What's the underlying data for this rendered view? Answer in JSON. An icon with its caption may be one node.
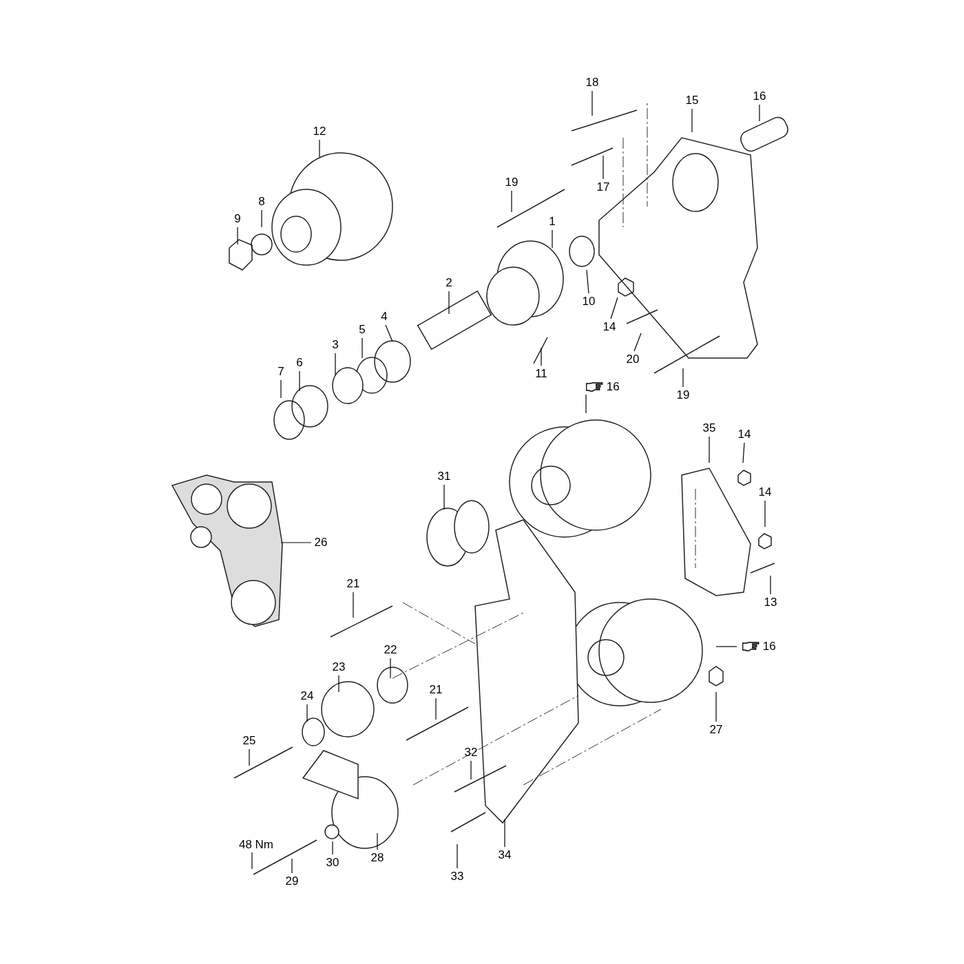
{
  "diagram": {
    "nodes": [
      {
        "text": [
          "18"
        ]
      },
      {
        "text": [
          "16"
        ]
      },
      {
        "text": [
          "15"
        ]
      },
      {
        "text": [
          "12"
        ]
      },
      {
        "text": [
          "19"
        ]
      },
      {
        "text": [
          "17"
        ]
      },
      {
        "text": [
          "8"
        ]
      },
      {
        "text": [
          "9"
        ]
      },
      {
        "text": [
          "1"
        ]
      },
      {
        "text": [
          "2"
        ]
      },
      {
        "text": [
          "10"
        ]
      },
      {
        "text": [
          "14"
        ]
      },
      {
        "text": [
          "3"
        ]
      },
      {
        "text": [
          "5"
        ]
      },
      {
        "text": [
          "4"
        ]
      },
      {
        "text": [
          "20"
        ]
      },
      {
        "text": [
          "11"
        ]
      },
      {
        "text": [
          "7"
        ]
      },
      {
        "text": [
          "6"
        ]
      },
      {
        "text": [
          "19"
        ]
      },
      {
        "text": [
          "16"
        ]
      },
      {
        "text": [
          "35"
        ]
      },
      {
        "text": [
          "14"
        ]
      },
      {
        "text": [
          "14"
        ]
      },
      {
        "text": [
          "31"
        ]
      },
      {
        "text": [
          "26"
        ]
      },
      {
        "text": [
          "13"
        ]
      },
      {
        "text": [
          "21"
        ]
      },
      {
        "text": [
          "22"
        ]
      },
      {
        "text": [
          "16"
        ]
      },
      {
        "text": [
          "23"
        ]
      },
      {
        "text": [
          "21"
        ]
      },
      {
        "text": [
          "24"
        ]
      },
      {
        "text": [
          "27"
        ]
      },
      {
        "text": [
          "25"
        ]
      },
      {
        "text": [
          "32"
        ]
      },
      {
        "text": [
          "34"
        ]
      },
      {
        "text": [
          "28"
        ]
      },
      {
        "text": [
          "48 Nm"
        ]
      },
      {
        "text": [
          "30"
        ]
      },
      {
        "text": [
          "29"
        ]
      },
      {
        "text": [
          "33"
        ]
      }
    ],
    "edges": [
      {
        "from": 0,
        "to": null,
        "arrow": "none"
      },
      {
        "from": 1,
        "to": null,
        "arrow": "none"
      },
      {
        "from": 2,
        "to": null,
        "arrow": "none"
      },
      {
        "from": 3,
        "to": null,
        "arrow": "none"
      },
      {
        "from": 4,
        "to": null,
        "arrow": "none"
      },
      {
        "from": 5,
        "to": null,
        "arrow": "none"
      },
      {
        "from": 6,
        "to": null,
        "arrow": "none"
      },
      {
        "from": 7,
        "to": null,
        "arrow": "none"
      },
      {
        "from": 8,
        "to": null,
        "arrow": "none"
      },
      {
        "from": 9,
        "to": null,
        "arrow": "none"
      },
      {
        "from": 10,
        "to": null,
        "arrow": "none"
      },
      {
        "from": 11,
        "to": null,
        "arrow": "none"
      },
      {
        "from": 12,
        "to": null,
        "arrow": "none"
      },
      {
        "from": 13,
        "to": null,
        "arrow": "none"
      },
      {
        "from": 14,
        "to": null,
        "arrow": "none"
      },
      {
        "from": 15,
        "to": null,
        "arrow": "none"
      },
      {
        "from": 16,
        "to": null,
        "arrow": "none"
      },
      {
        "from": 17,
        "to": null,
        "arrow": "none"
      },
      {
        "from": 18,
        "to": null,
        "arrow": "none"
      },
      {
        "from": 19,
        "to": null,
        "arrow": "none"
      },
      {
        "from": 20,
        "to": null,
        "arrow": "none"
      },
      {
        "from": 21,
        "to": null,
        "arrow": "none"
      },
      {
        "from": 22,
        "to": null,
        "arrow": "none"
      },
      {
        "from": 23,
        "to": null,
        "arrow": "none"
      },
      {
        "from": 24,
        "to": null,
        "arrow": "none"
      },
      {
        "from": 25,
        "to": null,
        "arrow": "none"
      },
      {
        "from": 26,
        "to": null,
        "arrow": "none"
      },
      {
        "from": 27,
        "to": null,
        "arrow": "none"
      },
      {
        "from": 28,
        "to": null,
        "arrow": "none"
      },
      {
        "from": 29,
        "to": null,
        "arrow": "none"
      },
      {
        "from": 30,
        "to": null,
        "arrow": "none"
      },
      {
        "from": 31,
        "to": null,
        "arrow": "none"
      },
      {
        "from": 32,
        "to": null,
        "arrow": "none"
      },
      {
        "from": 33,
        "to": null,
        "arrow": "none"
      },
      {
        "from": 34,
        "to": null,
        "arrow": "none"
      },
      {
        "from": 35,
        "to": null,
        "arrow": "none"
      },
      {
        "from": 36,
        "to": null,
        "arrow": "none"
      },
      {
        "from": 37,
        "to": null,
        "arrow": "none"
      },
      {
        "from": 38,
        "to": null,
        "arrow": "none"
      },
      {
        "from": 39,
        "to": null,
        "arrow": "none"
      },
      {
        "from": 40,
        "to": null,
        "arrow": "none"
      },
      {
        "from": 41,
        "to": null,
        "arrow": "none"
      }
    ]
  }
}
